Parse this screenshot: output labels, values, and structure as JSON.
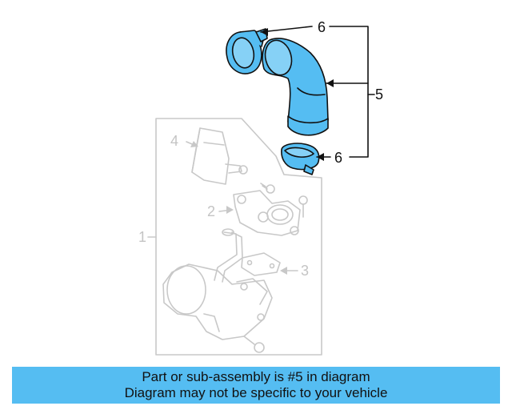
{
  "diagram": {
    "callouts": {
      "clamp_top": "6",
      "hose": "5",
      "clamp_bottom": "6",
      "sensor": "4",
      "throttle_body": "2",
      "assembly": "1",
      "gasket": "3"
    }
  },
  "banner": {
    "line1": "Part or sub-assembly is #5 in diagram",
    "line2": "Diagram may not be specific to your vehicle"
  },
  "colors": {
    "highlight": "#55bdf2",
    "faint_line": "#c8c8c8",
    "outline": "#111111"
  }
}
